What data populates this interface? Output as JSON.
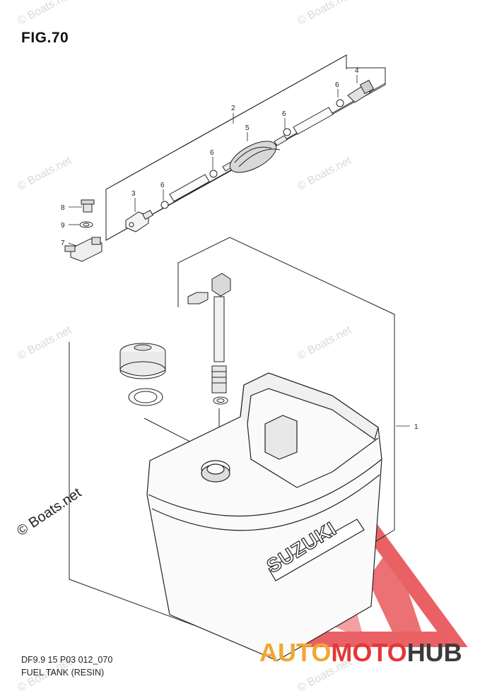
{
  "figure": {
    "title": "FIG.70",
    "code": "DF9.9 15 P03 012_070",
    "caption": "FUEL TANK (RESIN)"
  },
  "tank_brand": "SUZUKI",
  "watermarks": {
    "main": "© Boats.net",
    "repeat": "© Boats.net"
  },
  "brand_logo": {
    "part1": "AUTO",
    "part2": "MOTO",
    "part3": "HUB",
    "colors": {
      "auto": "#f3a633",
      "moto": "#e4363a",
      "hub": "#3b3b3b",
      "triangle": "#e4363a"
    }
  },
  "part_labels": {
    "p1": "1",
    "p2": "2",
    "p3": "3",
    "p4": "4",
    "p5": "5",
    "p6": "6",
    "p7": "7",
    "p8": "8",
    "p9": "9"
  }
}
